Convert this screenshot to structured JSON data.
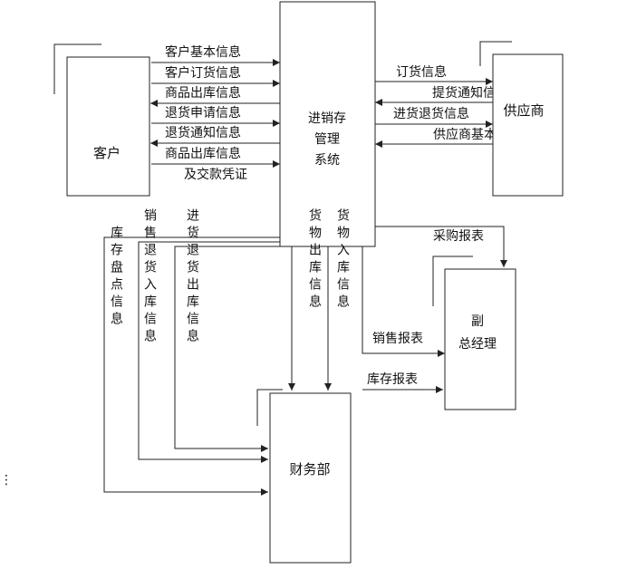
{
  "nodes": {
    "customer": "客户",
    "system": [
      "进销存",
      "管理",
      "系统"
    ],
    "supplier": "供应商",
    "vice_manager": [
      "副",
      "总经理"
    ],
    "finance": "财务部"
  },
  "flows": {
    "customer_basic_info": "客户基本信息",
    "customer_order_info": "客户订货信息",
    "product_outbound_info": "商品出库信息",
    "return_request_info": "退货申请信息",
    "return_notice_info": "退货通知信息",
    "product_outbound_payment": [
      "商品出库信息",
      "及交款凭证"
    ],
    "order_info": "订货信息",
    "delivery_notice": "提货通知信",
    "purchase_return_info": "进货退货信息",
    "supplier_basic": "供应商基本",
    "purchase_report": "采购报表",
    "sales_report": "销售报表",
    "inventory_report": "库存报表",
    "goods_out_info": "货物出库信息",
    "goods_in_info": "货物入库信息",
    "stock_check_info": "库存盘点信息",
    "sales_return_in_info": "销售退货入库信息",
    "purchase_return_out_info": "进货退货出库信息"
  },
  "side_marker": "⋮"
}
